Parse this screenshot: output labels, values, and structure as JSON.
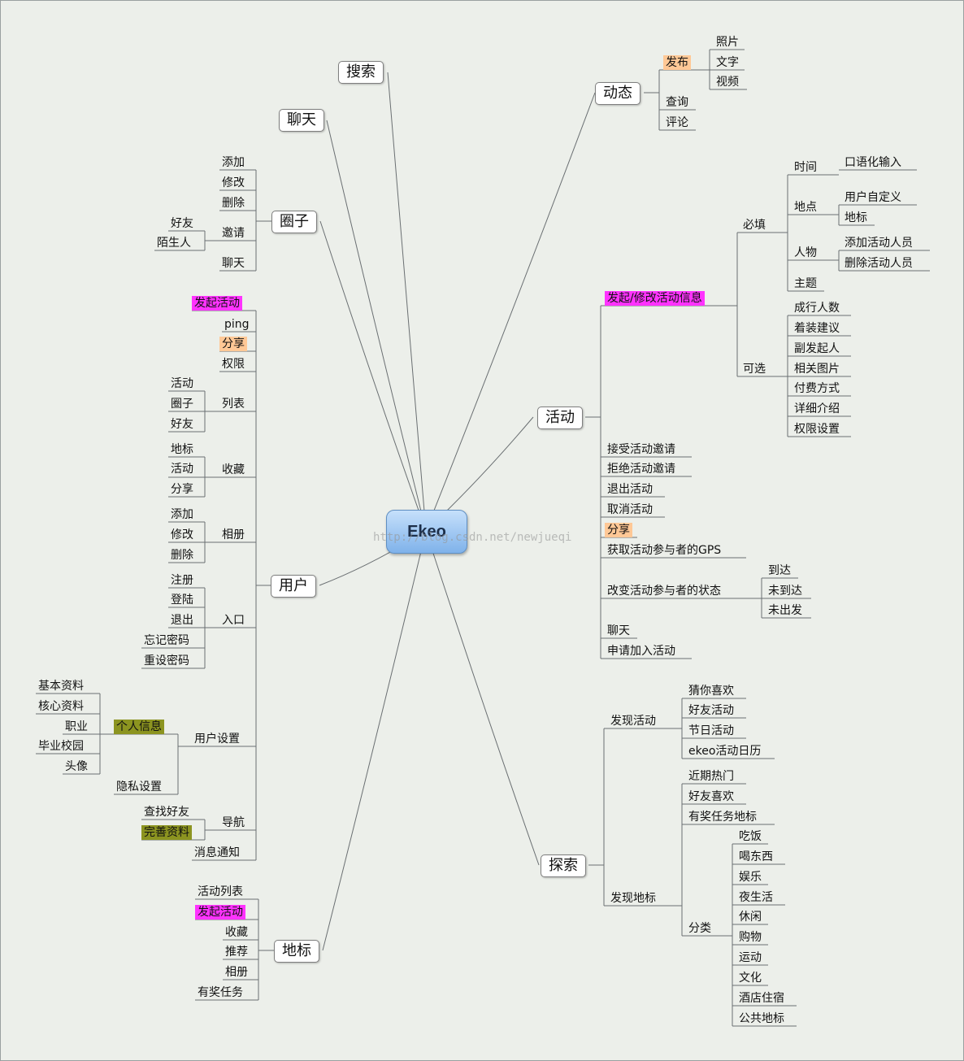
{
  "center": "Ekeo",
  "watermark": "http://blog.csdn.net/newjueqi",
  "branches": {
    "search": "搜索",
    "chat": "聊天",
    "circle": "圈子",
    "user": "用户",
    "landmark": "地标",
    "feed": "动态",
    "activity": "活动",
    "explore": "探索"
  },
  "circle": {
    "items": [
      "添加",
      "修改",
      "删除",
      "邀请",
      "聊天"
    ],
    "invite": [
      "好友",
      "陌生人"
    ]
  },
  "user": {
    "top": [
      "发起活动",
      "ping",
      "分享",
      "权限",
      "列表",
      "收藏",
      "相册",
      "入口",
      "用户设置",
      "导航",
      "消息通知"
    ],
    "list": [
      "活动",
      "圈子",
      "好友"
    ],
    "favorites": [
      "地标",
      "活动",
      "分享"
    ],
    "album": [
      "添加",
      "修改",
      "删除"
    ],
    "entry": [
      "注册",
      "登陆",
      "退出",
      "忘记密码",
      "重设密码"
    ],
    "settings": [
      "个人信息",
      "隐私设置"
    ],
    "personal": [
      "基本资料",
      "核心资料",
      "职业",
      "毕业校园",
      "头像"
    ],
    "nav": [
      "查找好友",
      "完善资料"
    ]
  },
  "landmark": {
    "items": [
      "活动列表",
      "发起活动",
      "收藏",
      "推荐",
      "相册",
      "有奖任务"
    ]
  },
  "feed": {
    "items": [
      "发布",
      "查询",
      "评论"
    ],
    "publish": [
      "照片",
      "文字",
      "视频"
    ]
  },
  "activity": {
    "items": [
      "发起/修改活动信息",
      "接受活动邀请",
      "拒绝活动邀请",
      "退出活动",
      "取消活动",
      "分享",
      "获取活动参与者的GPS",
      "改变活动参与者的状态",
      "聊天",
      "申请加入活动"
    ],
    "info": [
      "必填",
      "可选"
    ],
    "required": [
      "时间",
      "地点",
      "人物",
      "主题"
    ],
    "time": [
      "口语化输入"
    ],
    "place": [
      "用户自定义",
      "地标"
    ],
    "people": [
      "添加活动人员",
      "删除活动人员"
    ],
    "optional": [
      "成行人数",
      "着装建议",
      "副发起人",
      "相关图片",
      "付费方式",
      "详细介绍",
      "权限设置"
    ],
    "status": [
      "到达",
      "未到达",
      "未出发"
    ]
  },
  "explore": {
    "items": [
      "发现活动",
      "发现地标"
    ],
    "discover_activity": [
      "猜你喜欢",
      "好友活动",
      "节日活动",
      "ekeo活动日历"
    ],
    "discover_landmark": [
      "近期热门",
      "好友喜欢",
      "有奖任务地标",
      "分类"
    ],
    "categories": [
      "吃饭",
      "喝东西",
      "娱乐",
      "夜生活",
      "休闲",
      "购物",
      "运动",
      "文化",
      "酒店住宿",
      "公共地标"
    ]
  },
  "colors": {
    "line": "#6a6f72",
    "highlight_magenta": "#ff33ff",
    "highlight_orange": "#ffc896",
    "highlight_olive": "#8c9420",
    "center_fill": "#8fbcee"
  }
}
